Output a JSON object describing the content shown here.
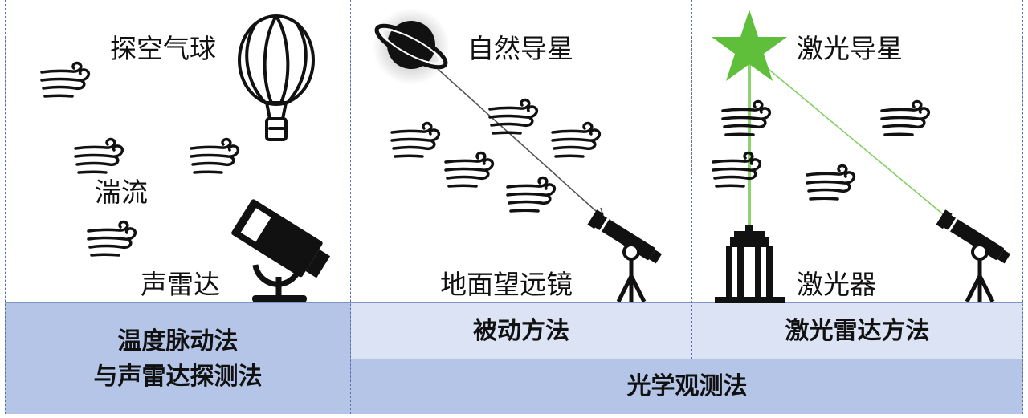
{
  "colors": {
    "band_left": "#b4c5e7",
    "band_mid_light": "#dbe3f4",
    "band_bottom": "#b4c5e7",
    "divider": "#5b6fa8",
    "star": "#5fbf3a",
    "laser_beam": "#7fd060",
    "ink": "#111111"
  },
  "panel_left": {
    "balloon_label": "探空气球",
    "turbulence_label": "湍流",
    "sodar_label": "声雷达",
    "method_line1": "温度脉动法",
    "method_line2": "与声雷达探测法"
  },
  "panel_mid": {
    "star_label": "自然导星",
    "telescope_label": "地面望远镜",
    "method": "被动方法"
  },
  "panel_right": {
    "star_label": "激光导星",
    "laser_label": "激光器",
    "method": "激光雷达方法"
  },
  "bottom": {
    "optical_label": "光学观测法"
  },
  "icons": [
    "wind-icon",
    "balloon-icon",
    "sodar-icon",
    "planet-icon",
    "telescope-icon",
    "star-icon",
    "laser-tower-icon"
  ]
}
